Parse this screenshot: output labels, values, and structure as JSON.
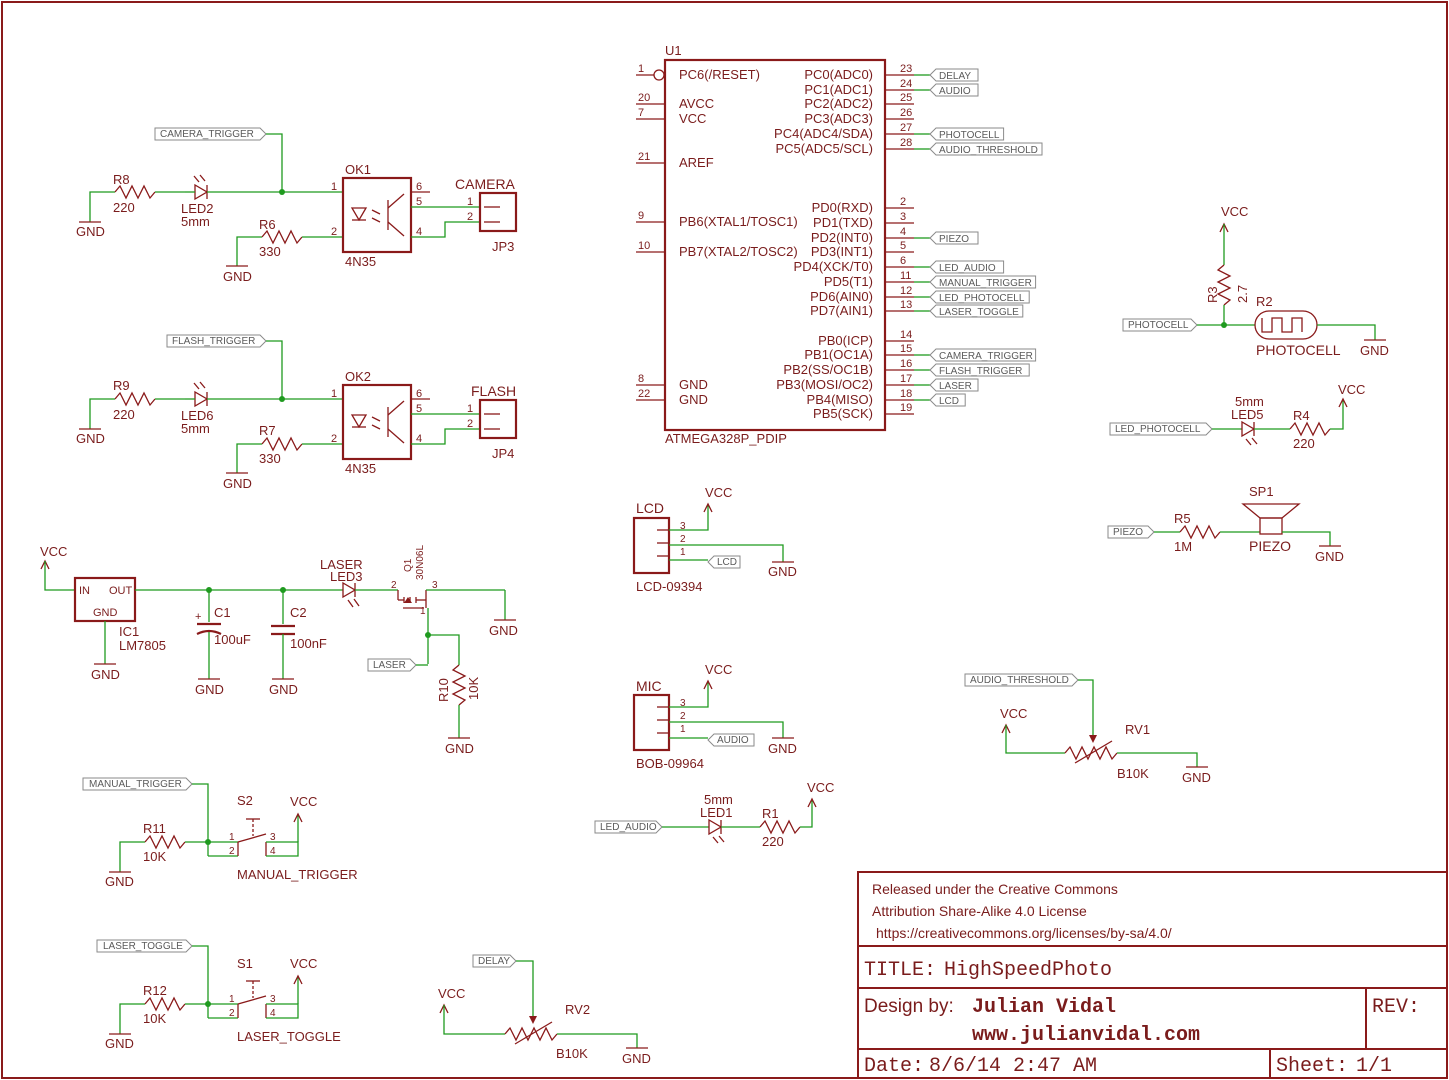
{
  "chips": {
    "u1": {
      "name": "U1",
      "part": "ATMEGA328P_PDIP",
      "left_pins": [
        {
          "num": "1",
          "label": "PC6(/RESET)"
        },
        {
          "num": "20",
          "label": "AVCC"
        },
        {
          "num": "7",
          "label": "VCC"
        },
        {
          "num": "21",
          "label": "AREF"
        },
        {
          "num": "9",
          "label": "PB6(XTAL1/TOSC1)"
        },
        {
          "num": "10",
          "label": "PB7(XTAL2/TOSC2)"
        },
        {
          "num": "8",
          "label": "GND"
        },
        {
          "num": "22",
          "label": "GND"
        }
      ],
      "right_pins": [
        {
          "num": "23",
          "label": "PC0(ADC0)",
          "net": "DELAY"
        },
        {
          "num": "24",
          "label": "PC1(ADC1)",
          "net": "AUDIO"
        },
        {
          "num": "25",
          "label": "PC2(ADC2)",
          "net": ""
        },
        {
          "num": "26",
          "label": "PC3(ADC3)",
          "net": ""
        },
        {
          "num": "27",
          "label": "PC4(ADC4/SDA)",
          "net": "PHOTOCELL"
        },
        {
          "num": "28",
          "label": "PC5(ADC5/SCL)",
          "net": "AUDIO_THRESHOLD"
        },
        {
          "num": "2",
          "label": "PD0(RXD)",
          "net": ""
        },
        {
          "num": "3",
          "label": "PD1(TXD)",
          "net": ""
        },
        {
          "num": "4",
          "label": "PD2(INT0)",
          "net": "PIEZO"
        },
        {
          "num": "5",
          "label": "PD3(INT1)",
          "net": ""
        },
        {
          "num": "6",
          "label": "PD4(XCK/T0)",
          "net": "LED_AUDIO"
        },
        {
          "num": "11",
          "label": "PD5(T1)",
          "net": "MANUAL_TRIGGER"
        },
        {
          "num": "12",
          "label": "PD6(AIN0)",
          "net": "LED_PHOTOCELL"
        },
        {
          "num": "13",
          "label": "PD7(AIN1)",
          "net": "LASER_TOGGLE"
        },
        {
          "num": "14",
          "label": "PB0(ICP)",
          "net": ""
        },
        {
          "num": "15",
          "label": "PB1(OC1A)",
          "net": "CAMERA_TRIGGER"
        },
        {
          "num": "16",
          "label": "PB2(SS/OC1B)",
          "net": "FLASH_TRIGGER"
        },
        {
          "num": "17",
          "label": "PB3(MOSI/OC2)",
          "net": "LASER"
        },
        {
          "num": "18",
          "label": "PB4(MISO)",
          "net": "LCD"
        },
        {
          "num": "19",
          "label": "PB5(SCK)",
          "net": ""
        }
      ]
    }
  },
  "common": {
    "gnd": "GND",
    "vcc": "VCC"
  },
  "camera": {
    "net": "CAMERA_TRIGGER",
    "r8": "R8",
    "r8_val": "220",
    "led": "LED2",
    "led_val": "5mm",
    "r6": "R6",
    "r6_val": "330",
    "ok": "OK1",
    "ok_part": "4N35",
    "conn_title": "CAMERA",
    "conn": "JP3",
    "p1": "1",
    "p2": "2",
    "p4": "4",
    "p5": "5",
    "p6": "6",
    "c1": "1",
    "c2": "2"
  },
  "flash": {
    "net": "FLASH_TRIGGER",
    "r9": "R9",
    "r9_val": "220",
    "led": "LED6",
    "led_val": "5mm",
    "r7": "R7",
    "r7_val": "330",
    "ok": "OK2",
    "ok_part": "4N35",
    "conn_title": "FLASH",
    "conn": "JP4",
    "p1": "1",
    "p2": "2",
    "p4": "4",
    "p5": "5",
    "p6": "6",
    "c1": "1",
    "c2": "2"
  },
  "power": {
    "reg_in": "IN",
    "reg_out": "OUT",
    "reg_gnd": "GND",
    "reg": "IC1",
    "reg_part": "LM7805",
    "c1": "C1",
    "c1_val": "100uF",
    "c2": "C2",
    "c2_val": "100nF",
    "led_title": "LASER",
    "led": "LED3",
    "q": "Q1",
    "q_part": "30N06L",
    "q_p1": "1",
    "q_p2": "2",
    "q_p3": "3",
    "laser_net": "LASER",
    "r10": "R10",
    "r10_val": "10K",
    "cap_plus": "+"
  },
  "manual": {
    "net": "MANUAL_TRIGGER",
    "r": "R11",
    "r_val": "10K",
    "sw": "S2",
    "caption": "MANUAL_TRIGGER",
    "p1": "1",
    "p2": "2",
    "p3": "3",
    "p4": "4"
  },
  "laser_toggle": {
    "net": "LASER_TOGGLE",
    "r": "R12",
    "r_val": "10K",
    "sw": "S1",
    "caption": "LASER_TOGGLE",
    "p1": "1",
    "p2": "2",
    "p3": "3",
    "p4": "4"
  },
  "delay": {
    "net": "DELAY",
    "rv": "RV2",
    "rv_val": "B10K"
  },
  "lcd": {
    "title": "LCD",
    "part": "LCD-09394",
    "net": "LCD",
    "p1": "1",
    "p2": "2",
    "p3": "3"
  },
  "mic": {
    "title": "MIC",
    "part": "BOB-09964",
    "net": "AUDIO",
    "p1": "1",
    "p2": "2",
    "p3": "3"
  },
  "led_audio": {
    "net": "LED_AUDIO",
    "led": "LED1",
    "led_val": "5mm",
    "r": "R1",
    "r_val": "220"
  },
  "photocell": {
    "net": "PHOTOCELL",
    "r3": "R3",
    "r3_val": "2.7",
    "r2": "R2",
    "r2_val": "PHOTOCELL"
  },
  "led_photocell": {
    "net": "LED_PHOTOCELL",
    "led": "LED5",
    "led_val": "5mm",
    "r": "R4",
    "r_val": "220"
  },
  "piezo": {
    "net": "PIEZO",
    "r": "R5",
    "r_val": "1M",
    "sp": "SP1",
    "sp_val": "PIEZO"
  },
  "audio_threshold": {
    "net": "AUDIO_THRESHOLD",
    "rv": "RV1",
    "rv_val": "B10K"
  },
  "title_block": {
    "license_line1": "Released under the Creative Commons",
    "license_line2": "Attribution Share-Alike 4.0 License",
    "license_url": "https://creativecommons.org/licenses/by-sa/4.0/",
    "title_label": "TITLE:",
    "title": "HighSpeedPhoto",
    "design_label": "Design by:",
    "designer": "Julian Vidal",
    "website": "www.julianvidal.com",
    "rev_label": "REV:",
    "date_label": "Date:",
    "date": "8/6/14 2:47 AM",
    "sheet_label": "Sheet:",
    "sheet": "1/1"
  }
}
